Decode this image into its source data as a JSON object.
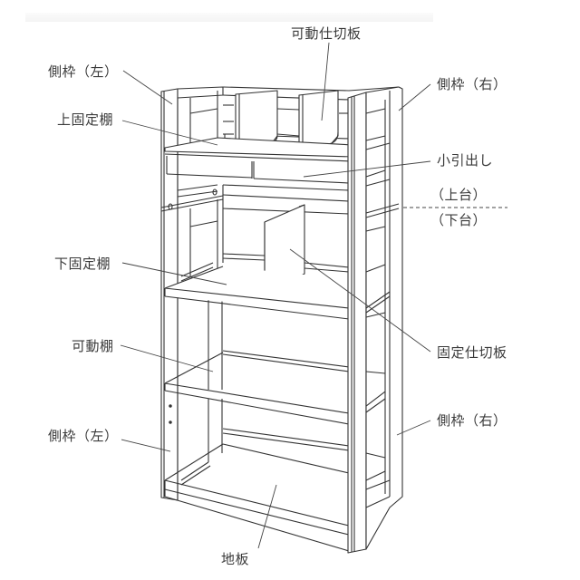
{
  "diagram": {
    "subject": "bookshelf-exploded-parts",
    "line_color": "#333333",
    "label_color": "#3a3a3a",
    "labels": {
      "movable_divider": "可動仕切板",
      "side_frame_left_top": "側枠（左）",
      "side_frame_right_top": "側枠（右）",
      "upper_fixed_shelf": "上固定棚",
      "small_drawer": "小引出し",
      "upper_unit": "（上台）",
      "lower_unit": "（下台）",
      "lower_fixed_shelf": "下固定棚",
      "fixed_divider": "固定仕切板",
      "movable_shelf": "可動棚",
      "side_frame_left_bottom": "側枠（左）",
      "side_frame_right_bottom": "側枠（右）",
      "base_board": "地板"
    }
  }
}
